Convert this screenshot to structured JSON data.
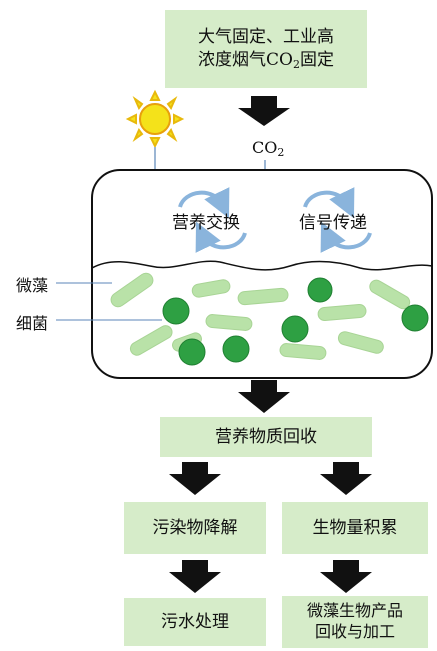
{
  "top_box": {
    "line1": "大气固定、工业高",
    "line2_pre": "浓度烟气CO",
    "line2_sub": "2",
    "line2_post": "固定"
  },
  "co2_label": {
    "main": "CO",
    "sub": "2"
  },
  "exchange_labels": {
    "nutrient": "营养交换",
    "signal": "信号传递"
  },
  "side_labels": {
    "microalgae": "微藻",
    "bacteria": "细菌"
  },
  "boxes": {
    "nutrient_recovery": "营养物质回收",
    "pollutant_degradation": "污染物降解",
    "biomass_accumulation": "生物量积累",
    "wastewater_treatment": "污水处理",
    "product_line1": "微藻生物产品",
    "product_line2": "回收与加工"
  },
  "colors": {
    "box_fill": "#d6ecc9",
    "arrow": "#111111",
    "bacteria": "#2ea043",
    "algae": "#b9e2a8",
    "sun": "#f4e21a",
    "thin_arrow": "#5b86b8",
    "swirl": "#8ab4dc"
  }
}
